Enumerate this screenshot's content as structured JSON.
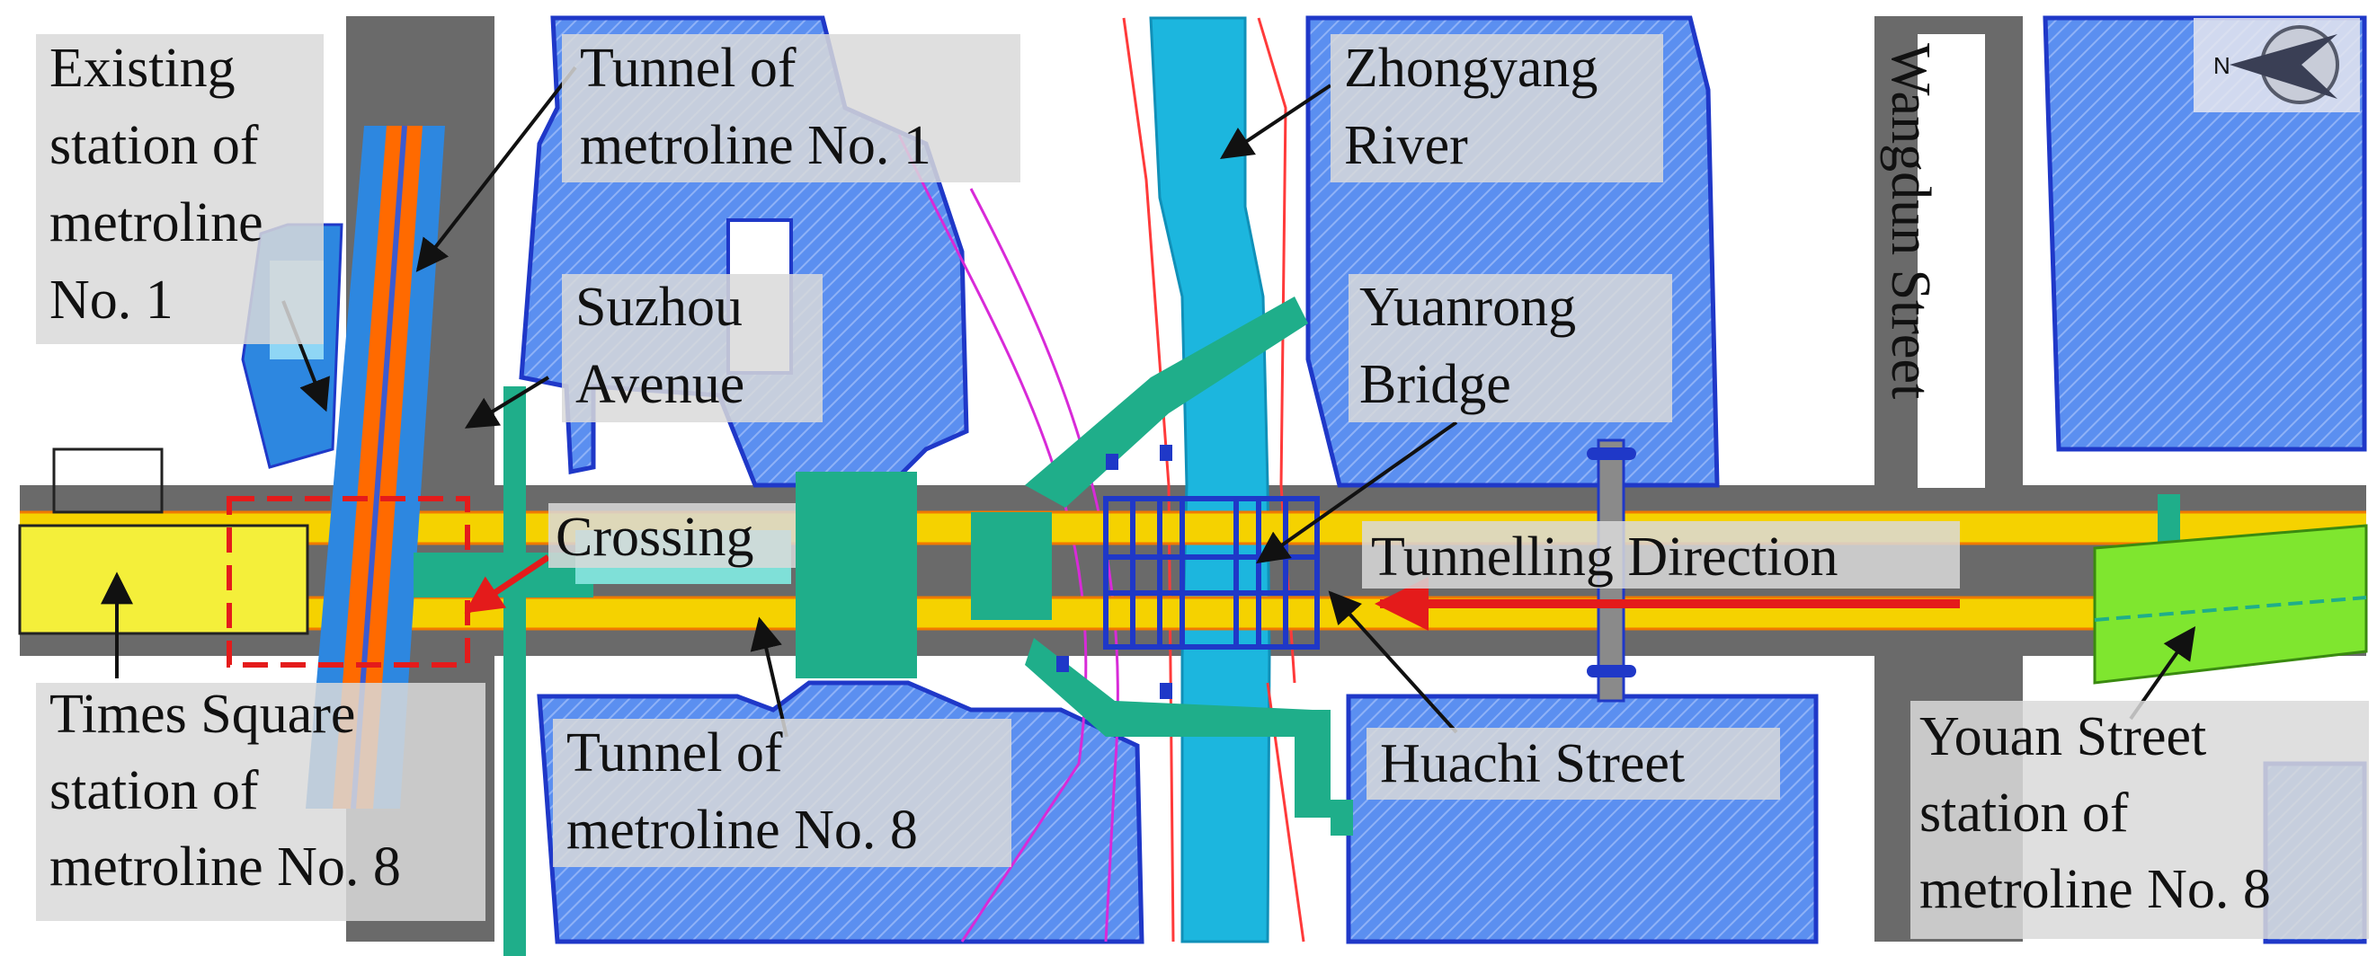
{
  "colors": {
    "road": "#6a6a6a",
    "block_fill": "#5b8ff0",
    "block_edge": "#1f38c8",
    "river": "#1cb6de",
    "tunnel_band": "#f5d200",
    "tunnel_edge": "#f07a00",
    "station_line1": "#ff6a00",
    "structure_green": "#1fae8a",
    "station_box": "#f4ef3a",
    "youan_station": "#7fe62f",
    "arrow_red": "#e41b1b",
    "label_bg": "#d9d9d9"
  },
  "icons": {
    "north_arrow": "north-arrow-icon"
  },
  "labels": {
    "existing_station": [
      "Existing",
      "station of",
      "metroline",
      "No. 1"
    ],
    "tunnel_line1": [
      "Tunnel of",
      "metroline No. 1"
    ],
    "zhongyang_river": [
      "Zhongyang",
      "River"
    ],
    "wangdun_street": "Wangdun Street",
    "suzhou_avenue": [
      "Suzhou",
      "Avenue"
    ],
    "yuanrong_bridge": [
      "Yuanrong",
      "Bridge"
    ],
    "crossing": "Crossing",
    "tunnelling_direction": "Tunnelling Direction",
    "times_square_station": [
      "Times Square",
      "station of",
      "metroline No. 8"
    ],
    "tunnel_line8": [
      "Tunnel of",
      "metroline No. 8"
    ],
    "huachi_street": "Huachi Street",
    "youan_station": [
      "Youan Street",
      "station of",
      "metroline No. 8"
    ],
    "compass_letter": "N"
  }
}
